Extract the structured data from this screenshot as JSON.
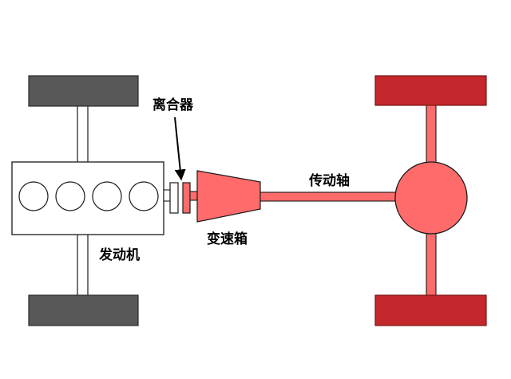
{
  "labels": {
    "clutch": "离合器",
    "engine": "发动机",
    "gearbox": "变速箱",
    "driveshaft": "传动轴"
  },
  "colors": {
    "front_tire": "#585858",
    "rear_tire": "#c4282c",
    "drivetrain_fill": "#ff6b6b",
    "outline": "#1a1a1a",
    "engine_fill": "#ffffff"
  },
  "engine": {
    "cylinder_count": 4
  }
}
